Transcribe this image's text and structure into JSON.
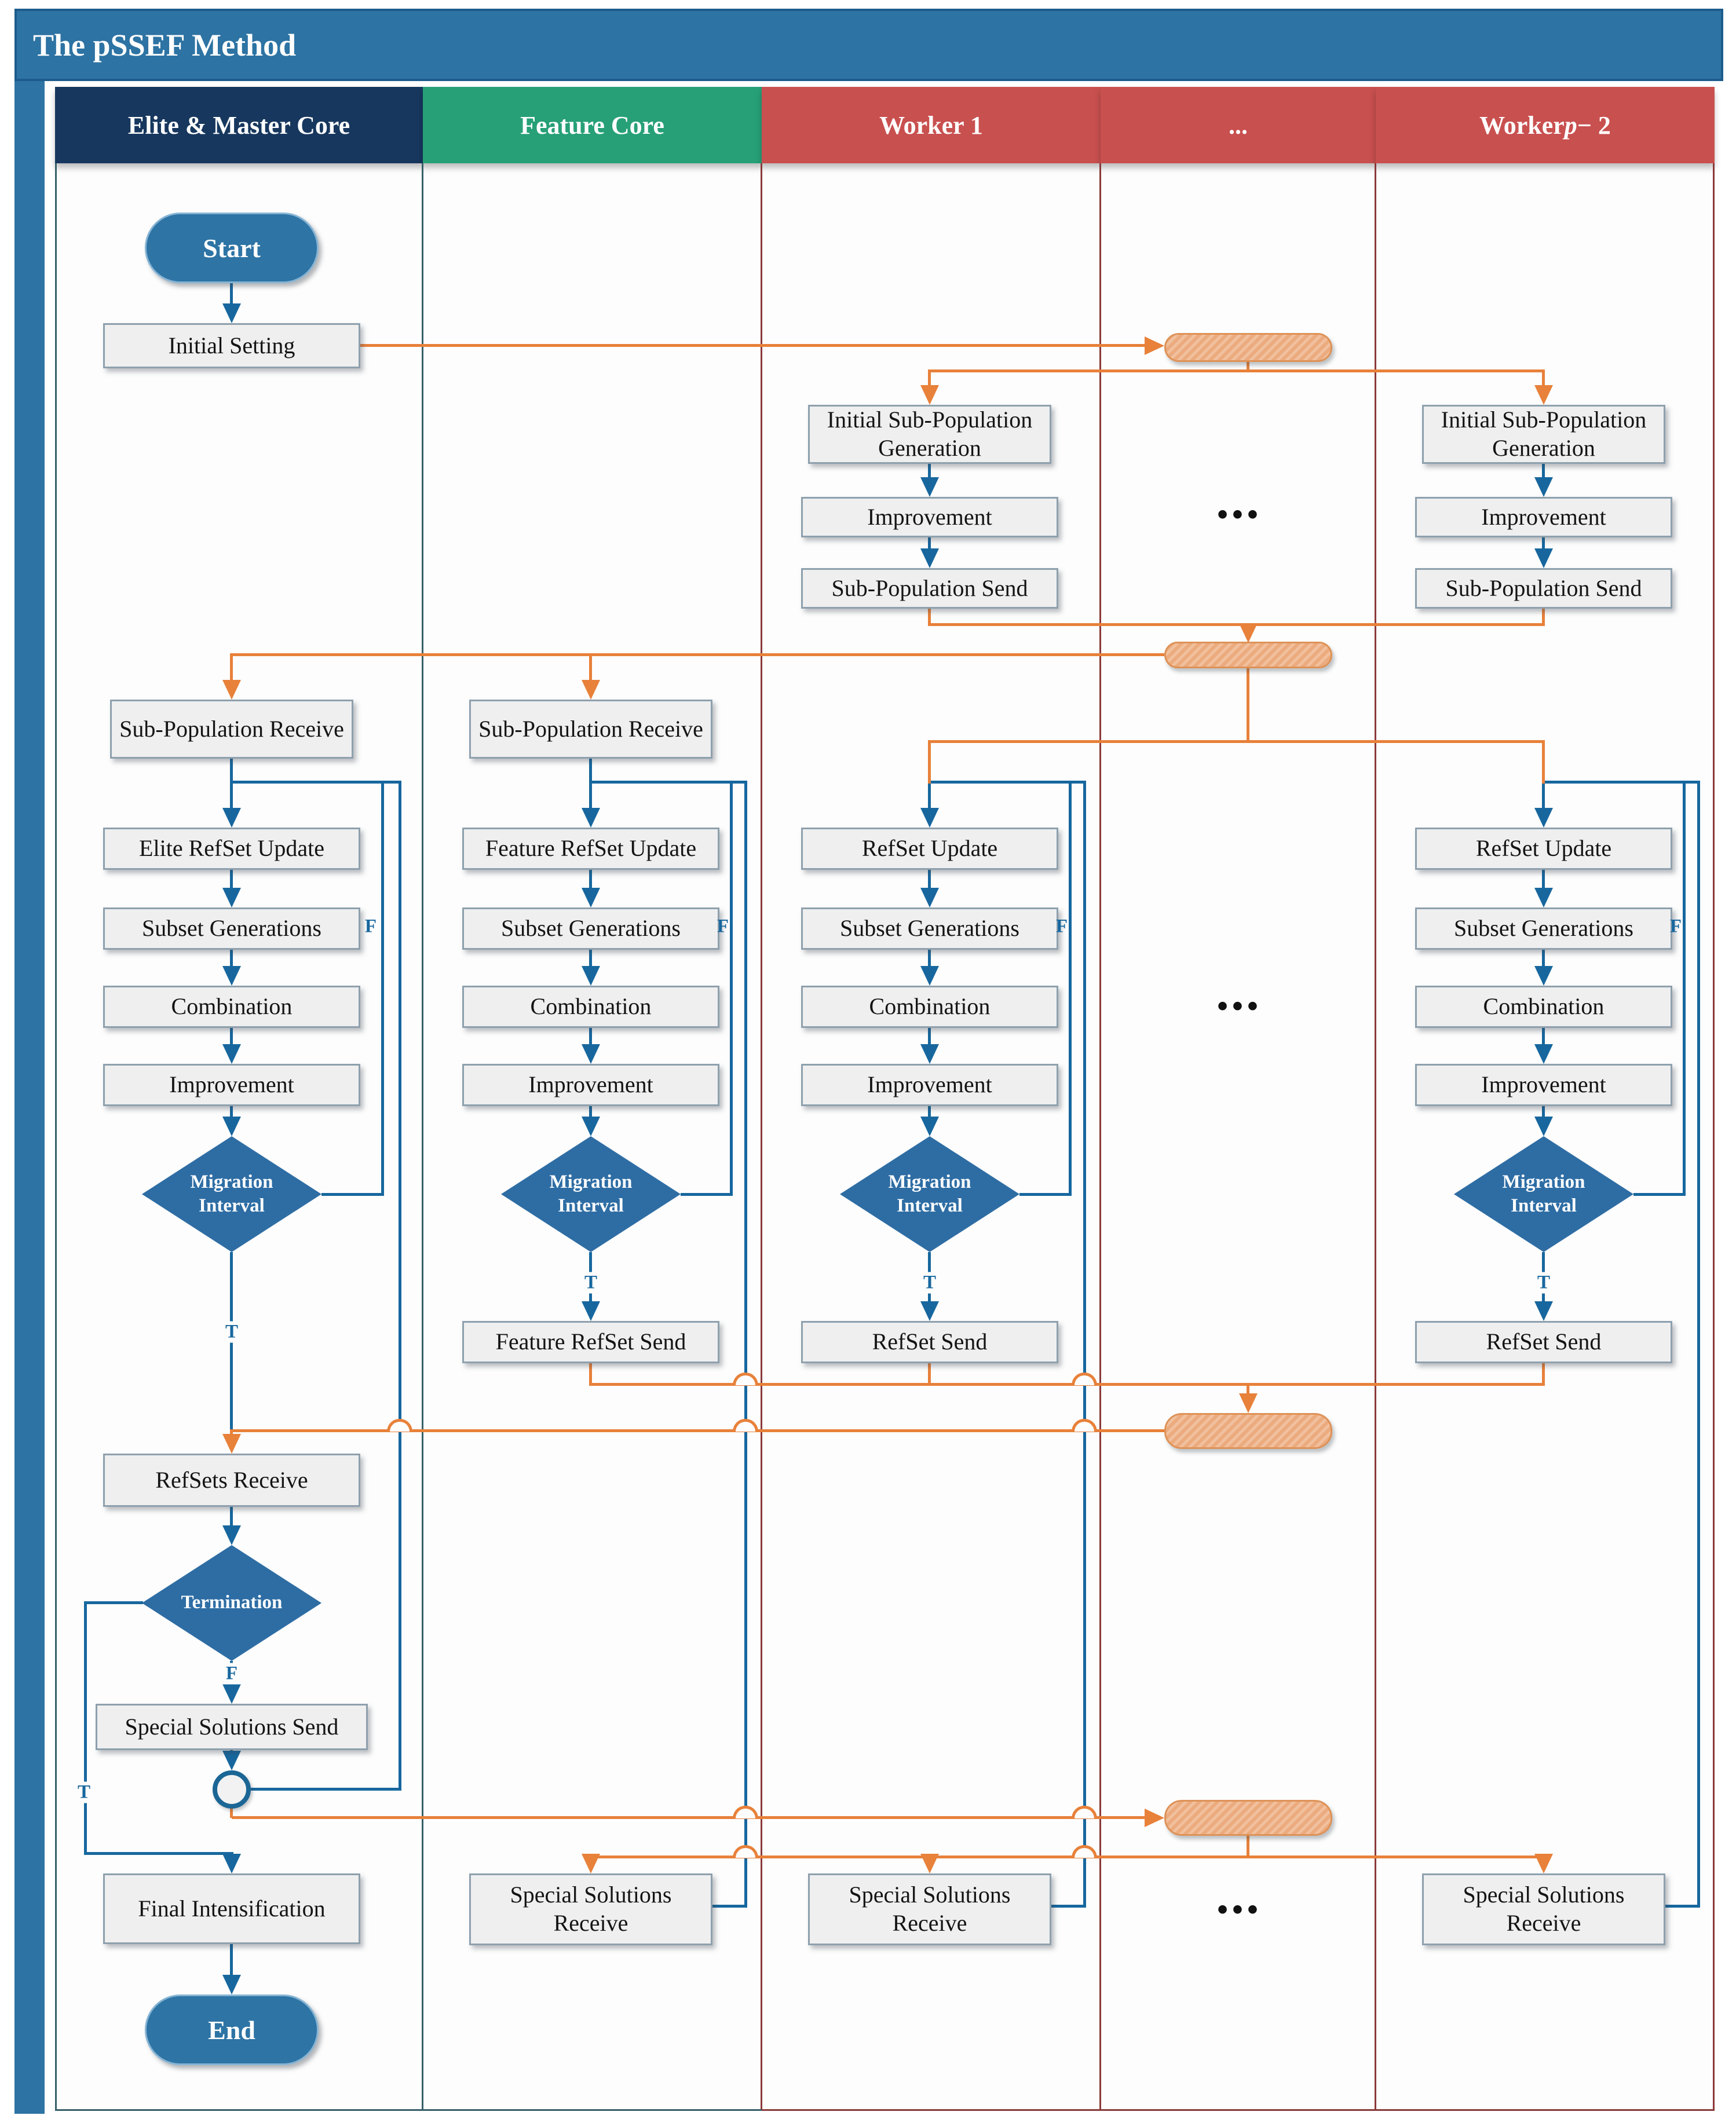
{
  "title": "The pSSEF Method",
  "headers": {
    "master": "Elite & Master Core",
    "feature": "Feature Core",
    "worker1": "Worker 1",
    "ellipsis": "...",
    "workerp": {
      "prefix": "Worker ",
      "var": "p",
      "suffix": " − 2"
    }
  },
  "nodes": {
    "start": "Start",
    "initial_setting": "Initial Setting",
    "initial_subpop_generation": "Initial Sub-Population Generation",
    "improvement": "Improvement",
    "subpop_send": "Sub-Population Send",
    "subpop_receive": "Sub-Population Receive",
    "elite_refset_update": "Elite RefSet Update",
    "feature_refset_update": "Feature RefSet Update",
    "refset_update": "RefSet Update",
    "subset_generations": "Subset Generations",
    "combination": "Combination",
    "migration_interval": "Migration Interval",
    "feature_refset_send": "Feature RefSet Send",
    "refset_send": "RefSet Send",
    "refsets_receive": "RefSets Receive",
    "termination": "Termination",
    "special_solutions_send": "Special Solutions Send",
    "special_solutions_receive": "Special Solutions Receive",
    "final_intensification": "Final Intensification",
    "end": "End"
  },
  "edge_labels": {
    "true": "T",
    "false": "F"
  },
  "ellipsis_dots": "•••",
  "colors": {
    "title_bar": "#2d73a3",
    "master_header": "#17375e",
    "feature_header": "#27a077",
    "worker_header": "#c8504f",
    "flow_blue": "#17679e",
    "flow_orange": "#e8813a",
    "sync_bar": "#ecab7e",
    "node_fill": "#efeff0",
    "node_border": "#8ea0ad"
  }
}
